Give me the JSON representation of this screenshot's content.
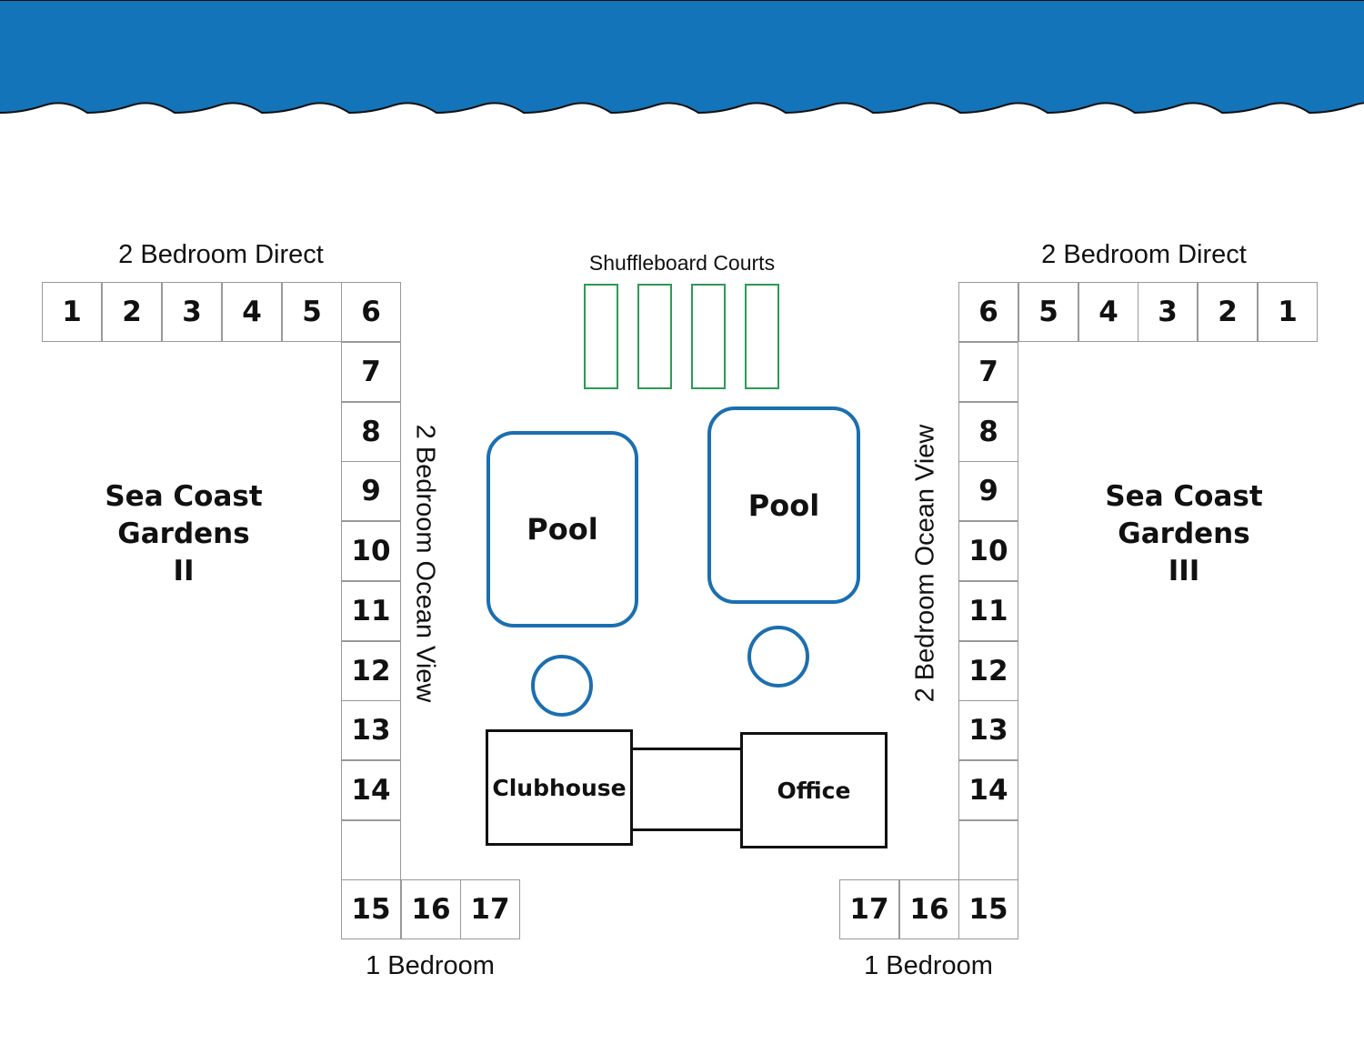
{
  "colors": {
    "ocean": "#1474ba",
    "pool": "#1b6fb0",
    "courts": "#2e9a55"
  },
  "amenities": {
    "shuffleboard_label": "Shuffleboard Courts",
    "pool_left": "Pool",
    "pool_right": "Pool",
    "clubhouse": "Clubhouse",
    "office": "Office"
  },
  "left_complex": {
    "name_line1": "Sea Coast Gardens",
    "name_line2": "II",
    "direct_label": "2 Bedroom Direct",
    "oceanview_label": "2 Bedroom Ocean View",
    "onebed_label": "1 Bedroom",
    "units": [
      "1",
      "2",
      "3",
      "4",
      "5",
      "6",
      "7",
      "8",
      "9",
      "10",
      "11",
      "12",
      "13",
      "14",
      "",
      "15",
      "16",
      "17"
    ]
  },
  "right_complex": {
    "name_line1": "Sea Coast Gardens",
    "name_line2": "III",
    "direct_label": "2 Bedroom Direct",
    "oceanview_label": "2 Bedroom Ocean View",
    "onebed_label": "1 Bedroom",
    "units": [
      "1",
      "2",
      "3",
      "4",
      "5",
      "6",
      "7",
      "8",
      "9",
      "10",
      "11",
      "12",
      "13",
      "14",
      "",
      "15",
      "16",
      "17"
    ]
  }
}
